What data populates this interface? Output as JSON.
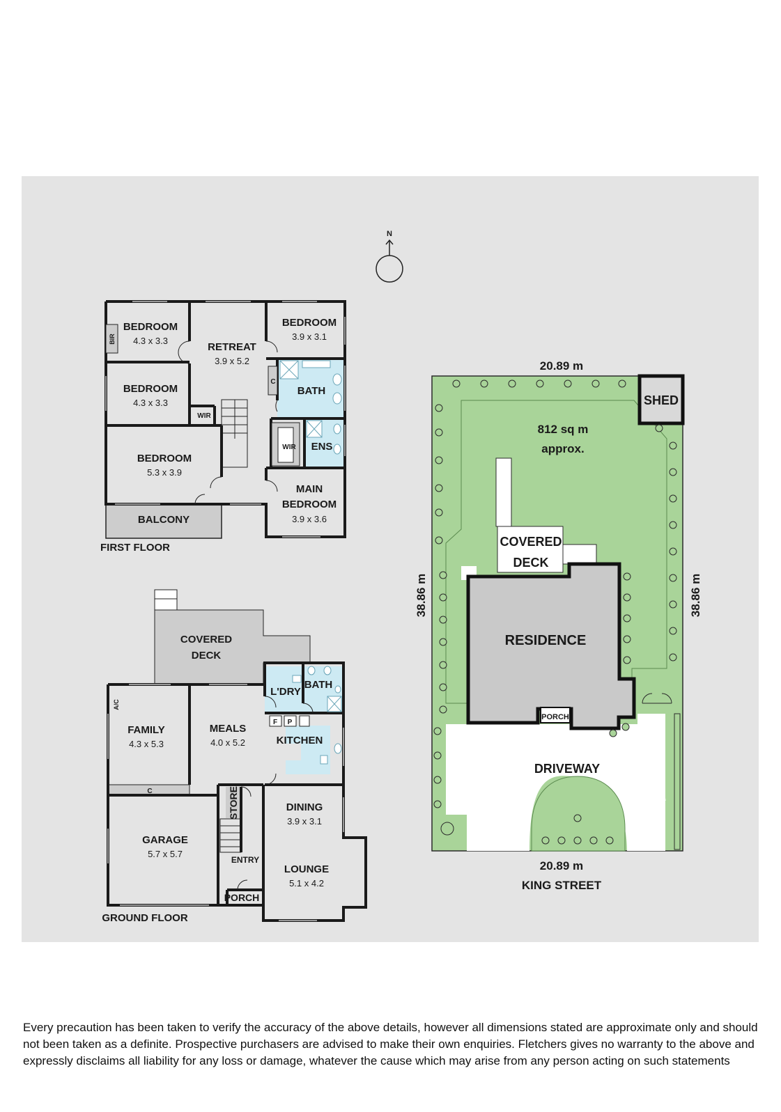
{
  "compass": {
    "north": "N"
  },
  "first_floor": {
    "label": "FIRST FLOOR",
    "rooms": {
      "bedroom_nw": {
        "name": "BEDROOM",
        "size": "4.3 x 3.3"
      },
      "bir": {
        "name": "BIR"
      },
      "retreat": {
        "name": "RETREAT",
        "size": "3.9 x 5.2"
      },
      "bedroom_ne": {
        "name": "BEDROOM",
        "size": "3.9 x 3.1"
      },
      "bedroom_w": {
        "name": "BEDROOM",
        "size": "4.3 x 3.3"
      },
      "wir_small": {
        "name": "WIR"
      },
      "c": {
        "name": "C"
      },
      "bath": {
        "name": "BATH"
      },
      "bedroom_sw": {
        "name": "BEDROOM",
        "size": "5.3 x 3.9"
      },
      "wir_main": {
        "name": "WIR"
      },
      "ens": {
        "name": "ENS"
      },
      "main_bedroom": {
        "name": "MAIN",
        "name2": "BEDROOM",
        "size": "3.9 x 3.6"
      },
      "balcony": {
        "name": "BALCONY"
      }
    }
  },
  "ground_floor": {
    "label": "GROUND FLOOR",
    "rooms": {
      "covered_deck": {
        "name": "COVERED",
        "name2": "DECK"
      },
      "ac": {
        "name": "A/C"
      },
      "family": {
        "name": "FAMILY",
        "size": "4.3 x 5.3"
      },
      "meals": {
        "name": "MEALS",
        "size": "4.0 x 5.2"
      },
      "laundry": {
        "name": "L'DRY"
      },
      "bath": {
        "name": "BATH"
      },
      "f": {
        "name": "F"
      },
      "p": {
        "name": "P"
      },
      "kitchen": {
        "name": "KITCHEN"
      },
      "c": {
        "name": "C"
      },
      "store": {
        "name": "STORE"
      },
      "dining": {
        "name": "DINING",
        "size": "3.9 x 3.1"
      },
      "garage": {
        "name": "GARAGE",
        "size": "5.7 x 5.7"
      },
      "entry": {
        "name": "ENTRY"
      },
      "lounge": {
        "name": "LOUNGE",
        "size": "5.1 x 4.2"
      },
      "porch": {
        "name": "PORCH"
      }
    }
  },
  "site": {
    "width_top": "20.89 m",
    "width_bottom": "20.89 m",
    "depth_left": "38.86 m",
    "depth_right": "38.86 m",
    "area": "812 sq m",
    "area_qualifier": "approx.",
    "shed": "SHED",
    "covered_deck": {
      "line1": "COVERED",
      "line2": "DECK"
    },
    "residence": "RESIDENCE",
    "porch": "PORCH",
    "driveway": "DRIVEWAY",
    "street": "KING STREET"
  },
  "colors": {
    "panel_bg": "#e4e4e4",
    "wet_area": "#cdeaf3",
    "lawn": "#a9d499",
    "residence": "#c9c9c9",
    "deck": "#cdcdcd"
  },
  "disclaimer": "Every precaution has been taken to verify the accuracy of the above details, however all dimensions stated are approximate only and should not been taken as a definite. Prospective purchasers are advised to make their own enquiries. Fletchers gives no warranty to the above and expressly disclaims all liability for any loss or damage, whatever the cause which may arise from any person acting on such statements"
}
